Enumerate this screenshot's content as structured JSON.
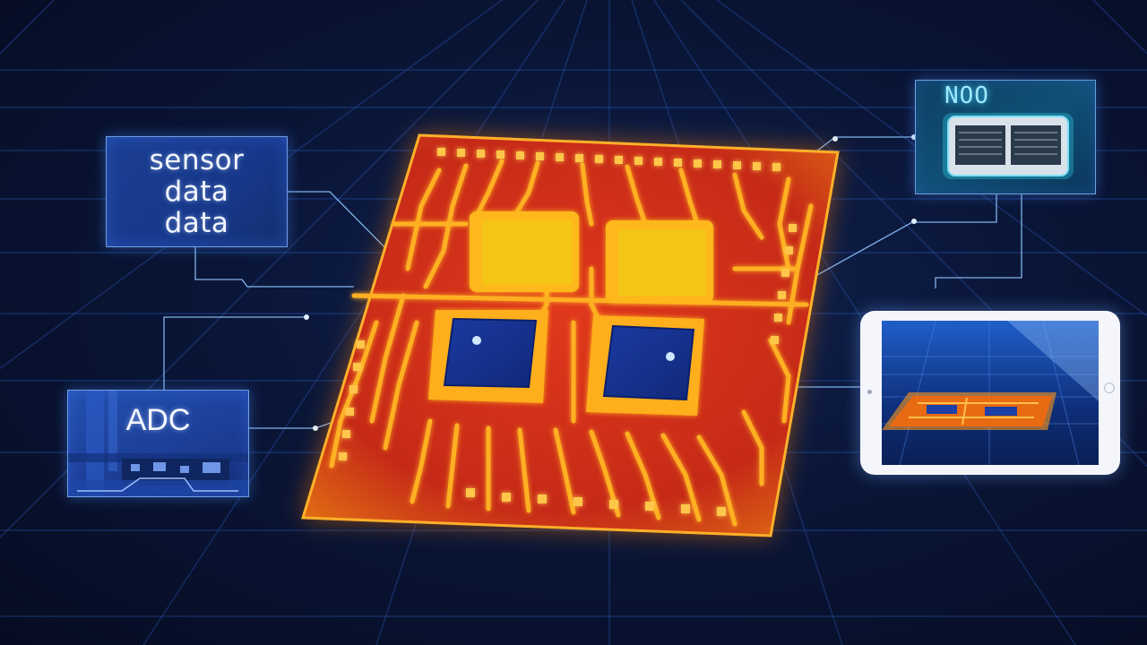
{
  "sensor_panel": {
    "lines": [
      "sensor",
      "data",
      "data"
    ]
  },
  "adc_panel": {
    "label": "ADC"
  },
  "display_panel": {
    "badge": "NOO"
  },
  "colors": {
    "background": "#0a1638",
    "grid": "#2a5bb8",
    "board": "#d8341c",
    "trace": "#ffb020",
    "chip_pad": "#f5c518",
    "sensor_die": "#1c3fa8",
    "connector": "#8fc4ff"
  }
}
